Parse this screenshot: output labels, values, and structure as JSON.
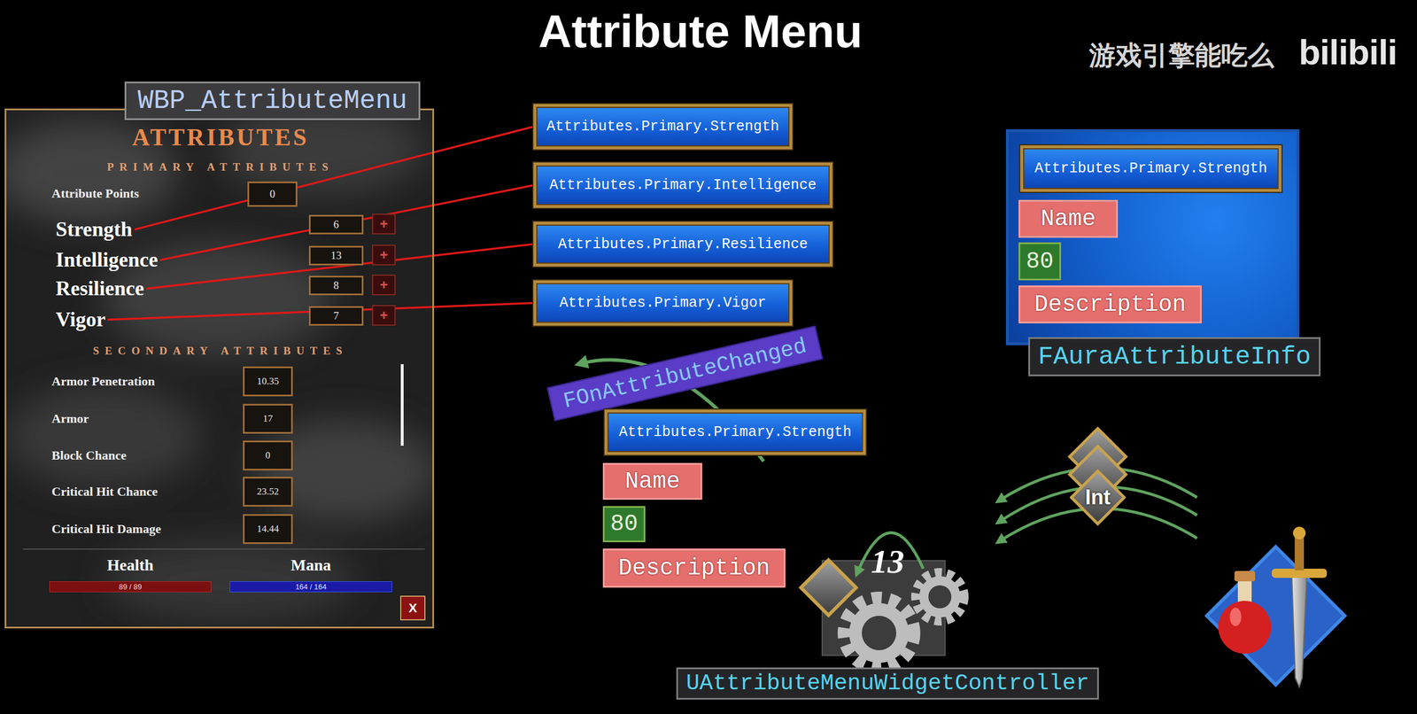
{
  "diagram": {
    "title": "Attribute Menu",
    "nodes": [
      {
        "text": [
          "WBP_AttributeMenu"
        ]
      },
      {
        "text": [
          "ATTRIBUTES",
          "PRIMARY ATTRIBUTES",
          "Attribute Points",
          "SECONDARY ATTRIBUTES",
          "Armor Penetration",
          "Armor",
          "Block Chance",
          "Critical Hit Chance",
          "Critical Hit Damage"
        ]
      },
      {
        "text": [
          "0"
        ],
        "in": 1
      },
      {
        "text": [
          "Strength"
        ],
        "in": 1
      },
      {
        "text": [
          "6"
        ],
        "in": 1
      },
      {
        "text": [
          "+"
        ],
        "in": 1
      },
      {
        "text": [
          "Intelligence"
        ],
        "in": 1
      },
      {
        "text": [
          "13"
        ],
        "in": 1
      },
      {
        "text": [
          "+"
        ],
        "in": 1
      },
      {
        "text": [
          "Resilience"
        ],
        "in": 1
      },
      {
        "text": [
          "8"
        ],
        "in": 1
      },
      {
        "text": [
          "+"
        ],
        "in": 1
      },
      {
        "text": [
          "Vigor"
        ],
        "in": 1
      },
      {
        "text": [
          "7"
        ],
        "in": 1
      },
      {
        "text": [
          "+"
        ],
        "in": 1
      },
      {
        "text": [
          "10.35"
        ],
        "in": 1
      },
      {
        "text": [
          "17"
        ],
        "in": 1
      },
      {
        "text": [
          "0"
        ],
        "in": 1
      },
      {
        "text": [
          "23.52"
        ],
        "in": 1
      },
      {
        "text": [
          "14.44"
        ],
        "in": 1
      },
      {
        "text": [
          "Health",
          "89 / 89"
        ],
        "in": 1
      },
      {
        "text": [
          "Mana",
          "164 / 164"
        ],
        "in": 1
      },
      {
        "text": [
          "X"
        ],
        "in": 1
      },
      {
        "text": [
          "Attributes.Primary.Strength"
        ]
      },
      {
        "text": [
          "Attributes.Primary.Intelligence"
        ]
      },
      {
        "text": [
          "Attributes.Primary.Resilience"
        ]
      },
      {
        "text": [
          "Attributes.Primary.Vigor"
        ]
      },
      {
        "text": [
          "FAuraAttributeInfo"
        ]
      },
      {
        "text": [
          "Attributes.Primary.Strength"
        ],
        "in": 27
      },
      {
        "text": [
          "Name"
        ],
        "in": 27
      },
      {
        "text": [
          "80"
        ],
        "in": 27
      },
      {
        "text": [
          "Description"
        ],
        "in": 27
      },
      {
        "text": [
          "FOnAttributeChanged"
        ]
      },
      {
        "text": [
          "Attributes.Primary.Strength"
        ]
      },
      {
        "text": [
          "Name"
        ]
      },
      {
        "text": [
          "80"
        ]
      },
      {
        "text": [
          "Description"
        ]
      },
      {
        "text": [
          "UAttributeMenuWidgetController"
        ]
      },
      {
        "text": [
          "Int"
        ]
      }
    ],
    "edges": [
      {
        "from": 3,
        "to": 23,
        "arrow": "none"
      },
      {
        "from": 6,
        "to": 24,
        "arrow": "none"
      },
      {
        "from": 9,
        "to": 25,
        "arrow": "none"
      },
      {
        "from": 12,
        "to": 26,
        "arrow": "none"
      }
    ],
    "labels": [
      "游戏引擎能吃么",
      "bilibili",
      "13"
    ]
  }
}
